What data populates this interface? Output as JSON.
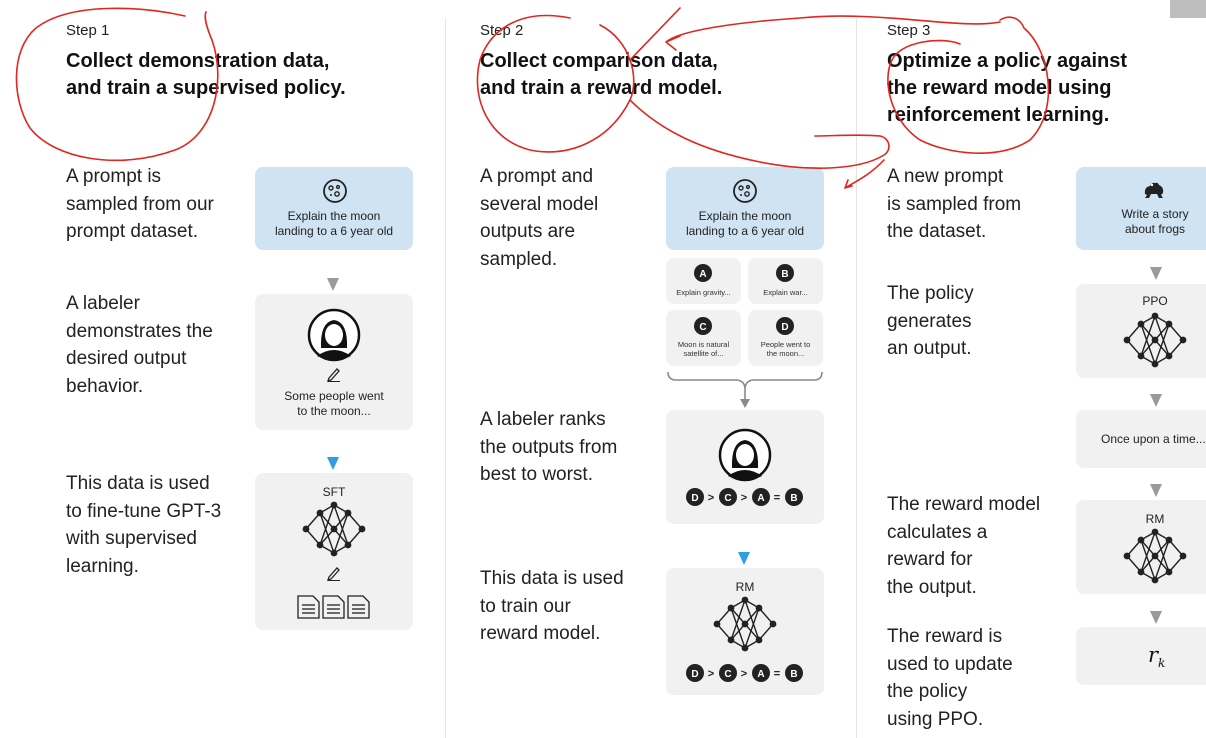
{
  "colors": {
    "card_blue": "#cfe3f2",
    "card_gray": "#f1f1f1",
    "accent_blue": "#2f9de4",
    "arrow_gray": "#9a9a9a",
    "annotation_red": "#e0261e",
    "node_dark": "#222222"
  },
  "step1": {
    "step_label": "Step 1",
    "heading_line1": "Collect demonstration data,",
    "heading_line2": "and train a supervised policy.",
    "desc1": [
      "A prompt is",
      "sampled from our",
      "prompt dataset."
    ],
    "desc2": [
      "A labeler",
      "demonstrates the",
      "desired output",
      "behavior."
    ],
    "desc3": [
      "This data is used",
      "to fine-tune GPT-3",
      "with supervised",
      "learning."
    ],
    "prompt_text": [
      "Explain the moon",
      "landing to a 6 year old"
    ],
    "demo_text": [
      "Some people went",
      "to the moon..."
    ],
    "model_label": "SFT"
  },
  "step2": {
    "step_label": "Step 2",
    "heading_line1": "Collect comparison data,",
    "heading_line2": "and train a reward model.",
    "desc1": [
      "A prompt and",
      "several model",
      "outputs are",
      "sampled."
    ],
    "desc2": [
      "A labeler ranks",
      "the outputs from",
      "best to worst."
    ],
    "desc3": [
      "This data is used",
      "to train our",
      "reward model."
    ],
    "prompt_text": [
      "Explain the moon",
      "landing to a 6 year old"
    ],
    "outputs": [
      {
        "letter": "A",
        "text": [
          "Explain gravity..."
        ]
      },
      {
        "letter": "B",
        "text": [
          "Explain war..."
        ]
      },
      {
        "letter": "C",
        "text": [
          "Moon is natural",
          "satellite of..."
        ]
      },
      {
        "letter": "D",
        "text": [
          "People went to",
          "the moon..."
        ]
      }
    ],
    "ranking": {
      "tokens": [
        "D",
        "C",
        "A",
        "B"
      ],
      "ops": [
        ">",
        ">",
        "="
      ]
    },
    "model_label": "RM"
  },
  "step3": {
    "step_label": "Step 3",
    "heading_line1": "Optimize a policy against",
    "heading_line2": "the reward model using",
    "heading_line3": "reinforcement learning.",
    "desc1": [
      "A new prompt",
      "is sampled from",
      "the dataset."
    ],
    "desc2": [
      "The policy",
      "generates",
      "an output."
    ],
    "desc3": [
      "The reward model",
      "calculates a",
      "reward for",
      "the output."
    ],
    "desc4": [
      "The reward is",
      "used to update",
      "the policy",
      "using PPO."
    ],
    "prompt_text": [
      "Write a story",
      "about frogs"
    ],
    "policy_label": "PPO",
    "output_text": "Once upon a time...",
    "rm_label": "RM",
    "reward_symbol": "r",
    "reward_subscript": "k"
  }
}
